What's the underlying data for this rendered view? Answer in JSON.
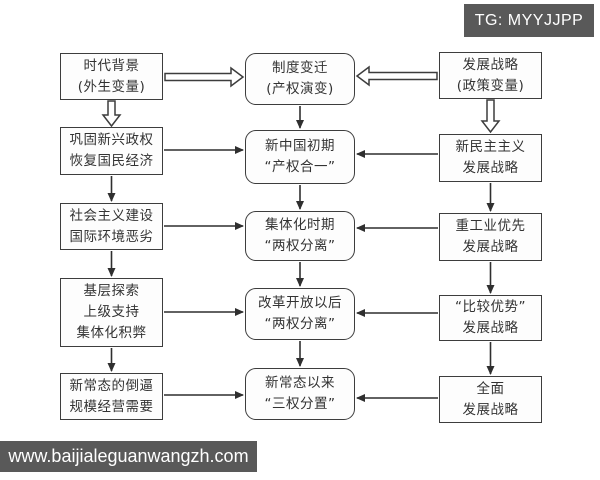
{
  "watermarks": {
    "top_right": "TG: MYYJJPP",
    "bottom_left": "www.baijialeguanwangzh.com",
    "bg_color": "#595959",
    "text_color": "#ffffff"
  },
  "colors": {
    "page_background": "#ffffff",
    "box_border": "#3d3d3d",
    "box_fill": "#fdfdfd",
    "box_text": "#333333",
    "solid_arrow": "#2f2f2f",
    "hollow_arrow_fill": "#ffffff"
  },
  "flowchart": {
    "left": [
      {
        "id": "l1",
        "lines": [
          "时代背景",
          "(外生变量)"
        ]
      },
      {
        "id": "l2",
        "lines": [
          "巩固新兴政权",
          "恢复国民经济"
        ]
      },
      {
        "id": "l3",
        "lines": [
          "社会主义建设",
          "国际环境恶劣"
        ]
      },
      {
        "id": "l4",
        "lines": [
          "基层探索",
          "上级支持",
          "集体化积弊"
        ]
      },
      {
        "id": "l5",
        "lines": [
          "新常态的倒逼",
          "规模经营需要"
        ]
      }
    ],
    "middle": [
      {
        "id": "m1",
        "lines": [
          "制度变迁",
          "(产权演变)"
        ]
      },
      {
        "id": "m2",
        "lines": [
          "新中国初期",
          "“产权合一”"
        ]
      },
      {
        "id": "m3",
        "lines": [
          "集体化时期",
          "“两权分离”"
        ]
      },
      {
        "id": "m4",
        "lines": [
          "改革开放以后",
          "“两权分离”"
        ]
      },
      {
        "id": "m5",
        "lines": [
          "新常态以来",
          "“三权分置”"
        ]
      }
    ],
    "right": [
      {
        "id": "r1",
        "lines": [
          "发展战略",
          "(政策变量)"
        ]
      },
      {
        "id": "r2",
        "lines": [
          "新民主主义",
          "发展战略"
        ]
      },
      {
        "id": "r3",
        "lines": [
          "重工业优先",
          "发展战略"
        ]
      },
      {
        "id": "r4",
        "lines": [
          "“比较优势”",
          "发展战略"
        ]
      },
      {
        "id": "r5",
        "lines": [
          "全面",
          "发展战略"
        ]
      }
    ],
    "edges": [
      {
        "from": "l1",
        "to": "m1",
        "style": "hollow-block"
      },
      {
        "from": "r1",
        "to": "m1",
        "style": "hollow-block"
      },
      {
        "from": "l1",
        "to": "l2",
        "style": "hollow-block"
      },
      {
        "from": "r1",
        "to": "r2",
        "style": "hollow-block"
      },
      {
        "from": "m1",
        "to": "m2",
        "style": "solid"
      },
      {
        "from": "m2",
        "to": "m3",
        "style": "solid"
      },
      {
        "from": "m3",
        "to": "m4",
        "style": "solid"
      },
      {
        "from": "m4",
        "to": "m5",
        "style": "solid"
      },
      {
        "from": "l2",
        "to": "l3",
        "style": "solid"
      },
      {
        "from": "l3",
        "to": "l4",
        "style": "solid"
      },
      {
        "from": "l4",
        "to": "l5",
        "style": "solid"
      },
      {
        "from": "r2",
        "to": "r3",
        "style": "solid"
      },
      {
        "from": "r3",
        "to": "r4",
        "style": "solid"
      },
      {
        "from": "r4",
        "to": "r5",
        "style": "solid"
      },
      {
        "from": "l2",
        "to": "m2",
        "style": "solid"
      },
      {
        "from": "l3",
        "to": "m3",
        "style": "solid"
      },
      {
        "from": "l4",
        "to": "m4",
        "style": "solid"
      },
      {
        "from": "l5",
        "to": "m5",
        "style": "solid"
      },
      {
        "from": "r2",
        "to": "m2",
        "style": "solid"
      },
      {
        "from": "r3",
        "to": "m3",
        "style": "solid"
      },
      {
        "from": "r4",
        "to": "m4",
        "style": "solid"
      },
      {
        "from": "r5",
        "to": "m5",
        "style": "solid"
      }
    ]
  }
}
